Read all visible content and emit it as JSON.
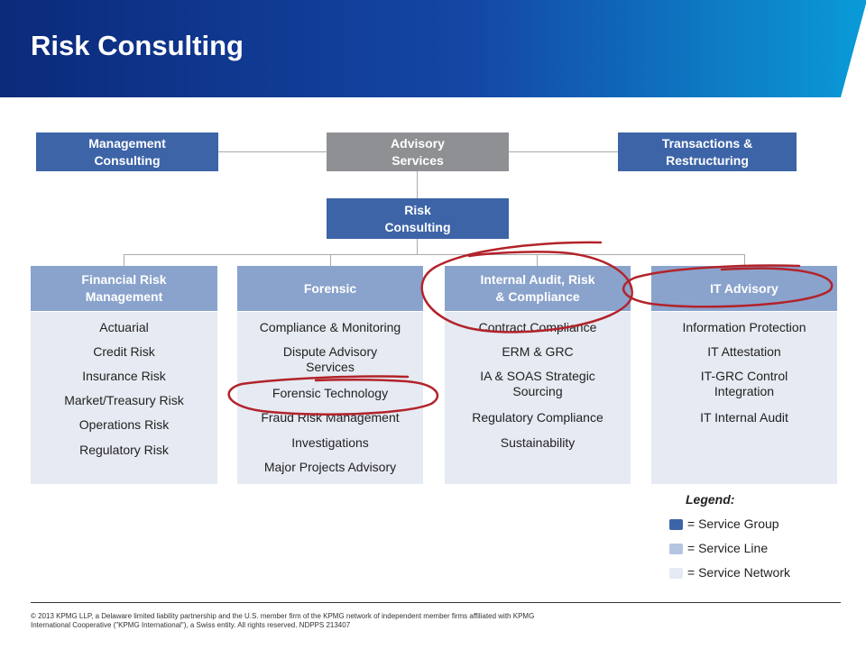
{
  "title": "Risk Consulting",
  "top_row": {
    "left": [
      "Management",
      "Consulting"
    ],
    "center": [
      "Advisory",
      "Services"
    ],
    "right": [
      "Transactions &",
      "Restructuring"
    ]
  },
  "risk_box": [
    "Risk",
    "Consulting"
  ],
  "columns": [
    {
      "header": [
        "Financial Risk",
        "Management"
      ],
      "items": [
        [
          "Actuarial"
        ],
        [
          "Credit Risk"
        ],
        [
          "Insurance Risk"
        ],
        [
          "Market/Treasury Risk"
        ],
        [
          "Operations Risk"
        ],
        [
          "Regulatory Risk"
        ]
      ]
    },
    {
      "header": [
        "Forensic"
      ],
      "items": [
        [
          "Compliance & Monitoring"
        ],
        [
          "Dispute Advisory",
          "Services"
        ],
        [
          "Forensic Technology"
        ],
        [
          "Fraud Risk Management"
        ],
        [
          "Investigations"
        ],
        [
          "Major Projects Advisory"
        ]
      ]
    },
    {
      "header": [
        "Internal Audit, Risk",
        "& Compliance"
      ],
      "items": [
        [
          "Contract Compliance"
        ],
        [
          "ERM & GRC"
        ],
        [
          "IA & SOAS Strategic",
          "Sourcing"
        ],
        [
          "Regulatory Compliance"
        ],
        [
          "Sustainability"
        ]
      ]
    },
    {
      "header": [
        "IT Advisory"
      ],
      "items": [
        [
          "Information Protection"
        ],
        [
          "IT Attestation"
        ],
        [
          "IT-GRC Control",
          "Integration"
        ],
        [
          "IT Internal Audit"
        ]
      ]
    }
  ],
  "legend": {
    "title": "Legend:",
    "entries": [
      {
        "label": "= Service Group",
        "color": "#3d64a7"
      },
      {
        "label": "= Service Line",
        "color": "#b5c5e1"
      },
      {
        "label": "= Service Network",
        "color": "#e6eaf2"
      }
    ]
  },
  "footer": [
    "© 2013 KPMG LLP, a Delaware limited liability partnership and the U.S. member firm of the KPMG network of independent member firms affiliated with KPMG",
    "International Cooperative (\"KPMG International\"), a Swiss entity. All rights reserved. NDPPS 213407"
  ],
  "colors": {
    "service_group": "#3d64a7",
    "advisory": "#8e9093",
    "header_line": "#8aa3cc",
    "network_bg": "#e6eaf2",
    "annotation": "#b2232a"
  }
}
